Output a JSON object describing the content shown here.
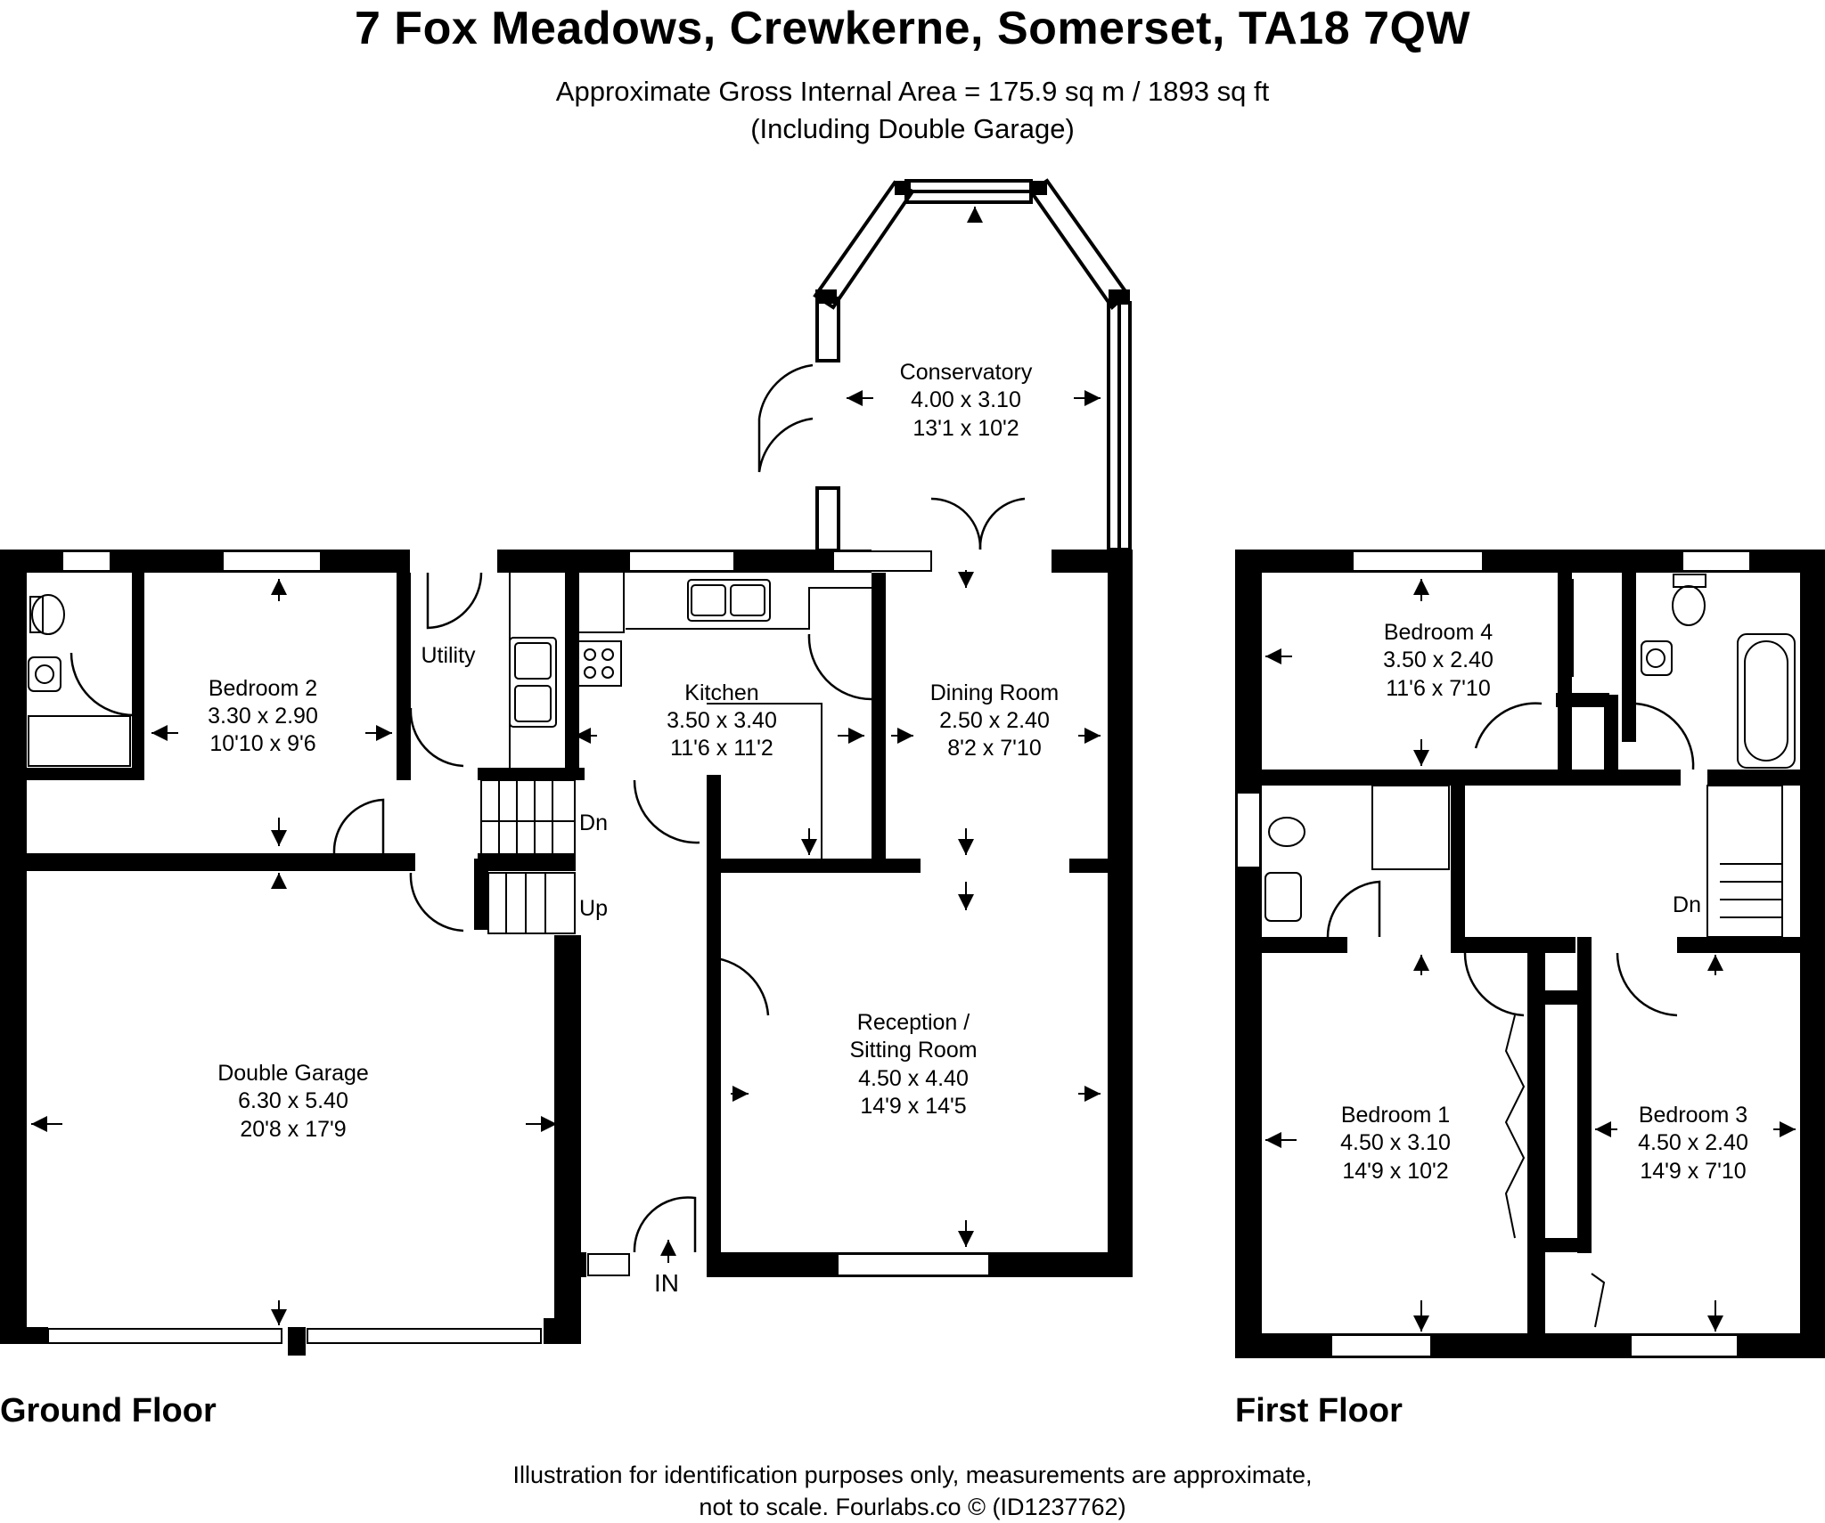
{
  "title": "7 Fox Meadows, Crewkerne, Somerset, TA18 7QW",
  "area_line": "Approximate Gross Internal Area = 175.9 sq m / 1893 sq ft",
  "area_note": "(Including Double Garage)",
  "floors": {
    "ground": {
      "label": "Ground Floor",
      "rooms": {
        "conservatory": {
          "name": "Conservatory",
          "metric": "4.00 x 3.10",
          "imperial": "13'1 x 10'2"
        },
        "bedroom2": {
          "name": "Bedroom 2",
          "metric": "3.30 x 2.90",
          "imperial": "10'10 x 9'6"
        },
        "kitchen": {
          "name": "Kitchen",
          "metric": "3.50 x 3.40",
          "imperial": "11'6 x 11'2"
        },
        "dining": {
          "name": "Dining Room",
          "metric": "2.50 x 2.40",
          "imperial": "8'2 x 7'10"
        },
        "garage": {
          "name": "Double Garage",
          "metric": "6.30 x 5.40",
          "imperial": "20'8 x 17'9"
        },
        "reception": {
          "name1": "Reception /",
          "name2": "Sitting Room",
          "metric": "4.50 x 4.40",
          "imperial": "14'9 x 14'5"
        }
      },
      "labels": {
        "utility": "Utility",
        "dn": "Dn",
        "up": "Up",
        "entrance": "IN"
      }
    },
    "first": {
      "label": "First Floor",
      "rooms": {
        "bedroom4": {
          "name": "Bedroom 4",
          "metric": "3.50 x 2.40",
          "imperial": "11'6 x 7'10"
        },
        "bedroom1": {
          "name": "Bedroom 1",
          "metric": "4.50 x 3.10",
          "imperial": "14'9 x 10'2"
        },
        "bedroom3": {
          "name": "Bedroom 3",
          "metric": "4.50 x 2.40",
          "imperial": "14'9 x 7'10"
        }
      },
      "labels": {
        "dn": "Dn"
      }
    }
  },
  "disclaimer_line1": "Illustration for identification purposes only, measurements are approximate,",
  "disclaimer_line2": "not to scale. Fourlabs.co © (ID1237762)"
}
